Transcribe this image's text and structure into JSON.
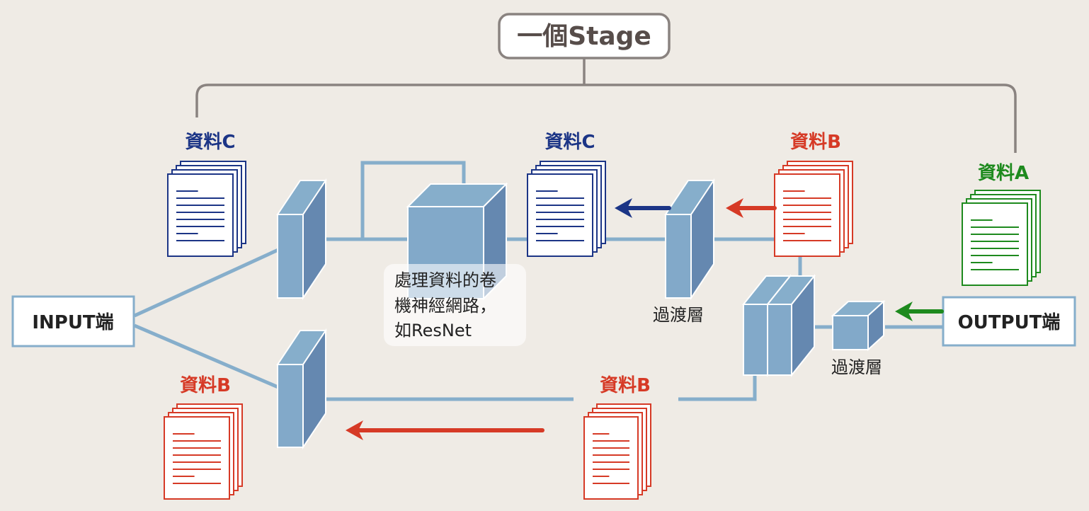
{
  "title": "一個Stage",
  "io": {
    "input_label": "INPUT端",
    "output_label": "OUTPUT端"
  },
  "data_labels": {
    "c_left": "資料C",
    "c_mid": "資料C",
    "b_top": "資料B",
    "a_right": "資料A",
    "b_left": "資料B",
    "b_bottom": "資料B"
  },
  "annotations": {
    "cnn_line1": "處理資料的卷",
    "cnn_line2": "機神經網路，",
    "cnn_line3": "如ResNet",
    "transition_mid": "過渡層",
    "transition_right": "過渡層"
  },
  "colors": {
    "data_a": "#1e8a1e",
    "data_b": "#d63a26",
    "data_c": "#1c3586",
    "layer": "#82a9c9",
    "connector": "#86aecb",
    "bracket": "#8a8380",
    "background": "#efebe5"
  }
}
